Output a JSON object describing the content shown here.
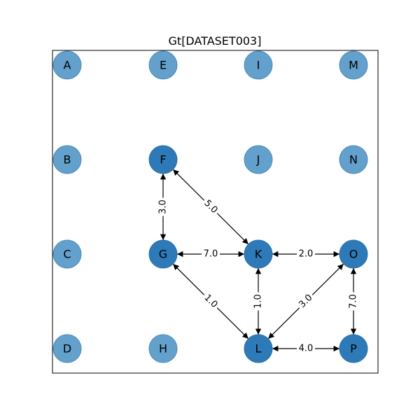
{
  "title": "Gt[DATASET003]",
  "colors": {
    "node_inactive": "#5b9bc9",
    "node_inactive_stroke": "#4a8bbd",
    "node_active": "#2e7ab8",
    "node_active_stroke": "#2a6fa8",
    "edge": "#000000",
    "frame": "#000000"
  },
  "grid": {
    "columns": [
      "A",
      "E",
      "I",
      "M"
    ],
    "rows_by_column": [
      [
        "A",
        "B",
        "C",
        "D"
      ],
      [
        "E",
        "F",
        "G",
        "H"
      ],
      [
        "I",
        "J",
        "K",
        "L"
      ],
      [
        "M",
        "N",
        "O",
        "P"
      ]
    ]
  },
  "nodes": [
    {
      "id": "A",
      "label": "A",
      "col": 0,
      "row": 0,
      "active": false
    },
    {
      "id": "B",
      "label": "B",
      "col": 0,
      "row": 1,
      "active": false
    },
    {
      "id": "C",
      "label": "C",
      "col": 0,
      "row": 2,
      "active": false
    },
    {
      "id": "D",
      "label": "D",
      "col": 0,
      "row": 3,
      "active": false
    },
    {
      "id": "E",
      "label": "E",
      "col": 1,
      "row": 0,
      "active": false
    },
    {
      "id": "F",
      "label": "F",
      "col": 1,
      "row": 1,
      "active": true
    },
    {
      "id": "G",
      "label": "G",
      "col": 1,
      "row": 2,
      "active": true
    },
    {
      "id": "H",
      "label": "H",
      "col": 1,
      "row": 3,
      "active": false
    },
    {
      "id": "I",
      "label": "I",
      "col": 2,
      "row": 0,
      "active": false
    },
    {
      "id": "J",
      "label": "J",
      "col": 2,
      "row": 1,
      "active": false
    },
    {
      "id": "K",
      "label": "K",
      "col": 2,
      "row": 2,
      "active": true
    },
    {
      "id": "L",
      "label": "L",
      "col": 2,
      "row": 3,
      "active": true
    },
    {
      "id": "M",
      "label": "M",
      "col": 3,
      "row": 0,
      "active": false
    },
    {
      "id": "N",
      "label": "N",
      "col": 3,
      "row": 1,
      "active": false
    },
    {
      "id": "O",
      "label": "O",
      "col": 3,
      "row": 2,
      "active": true
    },
    {
      "id": "P",
      "label": "P",
      "col": 3,
      "row": 3,
      "active": true
    }
  ],
  "edges": [
    {
      "from": "F",
      "to": "G",
      "label": "3.0"
    },
    {
      "from": "F",
      "to": "K",
      "label": "5.0"
    },
    {
      "from": "G",
      "to": "K",
      "label": "7.0"
    },
    {
      "from": "G",
      "to": "L",
      "label": "1.0"
    },
    {
      "from": "K",
      "to": "O",
      "label": "2.0"
    },
    {
      "from": "K",
      "to": "L",
      "label": "1.0"
    },
    {
      "from": "O",
      "to": "L",
      "label": "3.0"
    },
    {
      "from": "O",
      "to": "P",
      "label": "7.0"
    },
    {
      "from": "L",
      "to": "P",
      "label": "4.0"
    }
  ]
}
